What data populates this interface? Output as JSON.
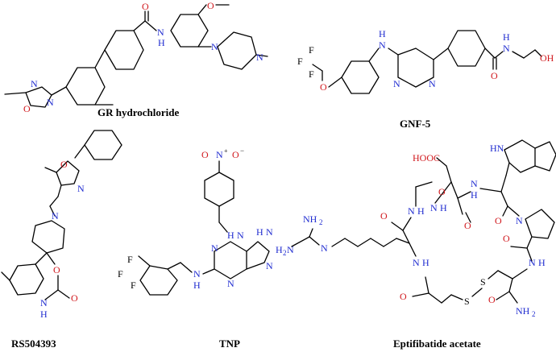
{
  "compounds": [
    {
      "id": "gr",
      "name": "GR hydrochloride"
    },
    {
      "id": "gnf5",
      "name": "GNF-5"
    },
    {
      "id": "rs",
      "name": "RS504393"
    },
    {
      "id": "tnp",
      "name": "TNP"
    },
    {
      "id": "epti",
      "name": "Eptifibatide acetate"
    }
  ],
  "atom_labels": {
    "gr": {
      "o_carbonyl": "O",
      "nh": "N",
      "h": "H",
      "o_methoxy": "O",
      "n_pip1": "N",
      "n_pip2": "N",
      "n_ox1": "N",
      "n_ox2": "N",
      "o_ox": "O"
    },
    "gnf5": {
      "h_top": "H",
      "n_top": "N",
      "f1": "F",
      "f2": "F",
      "f3": "F",
      "o_ether": "O",
      "n_pyr1": "N",
      "n_pyr2": "N",
      "o_amide": "O",
      "h_amide": "H",
      "n_amide": "N",
      "oh": "OH"
    },
    "rs": {
      "o_oxazole": "O",
      "n_oxazole": "N",
      "n_pip": "N",
      "o_ring": "O",
      "n_ring": "N",
      "h_ring": "H",
      "o_carbonyl": "O"
    },
    "tnp": {
      "n_nitro": "N",
      "plus": "+",
      "o_nitro1": "O",
      "o_nitro2": "O",
      "minus": "−",
      "h_top": "H",
      "n_top": "N",
      "h_n7": "H",
      "n_n7": "N",
      "n_ring1": "N",
      "n_ring2": "N",
      "n_ring3": "N",
      "f1": "F",
      "f2": "F",
      "f3": "F",
      "n_bottom": "N",
      "h_bottom": "H"
    },
    "epti": {
      "hooc": "HOOC",
      "nh_indole": "HN",
      "o1": "O",
      "n1": "N",
      "h1": "H",
      "o2": "O",
      "n2": "N",
      "h2": "H",
      "o3": "O",
      "n_pro": "N",
      "n_gly": "N",
      "h_gly": "H",
      "o4": "O",
      "nh2": "NH",
      "sub2": "2",
      "n_guan": "N",
      "h2n": "H",
      "sub2b": "2",
      "n_guan2": "N",
      "h_guan": "H",
      "o_arg": "O",
      "n_arg": "N",
      "h_arg": "H",
      "o5": "O",
      "n5": "N",
      "h5": "H",
      "o6": "O",
      "s1": "S",
      "s2": "S",
      "o_amide": "O",
      "nh2_end": "NH",
      "sub2c": "2"
    }
  }
}
